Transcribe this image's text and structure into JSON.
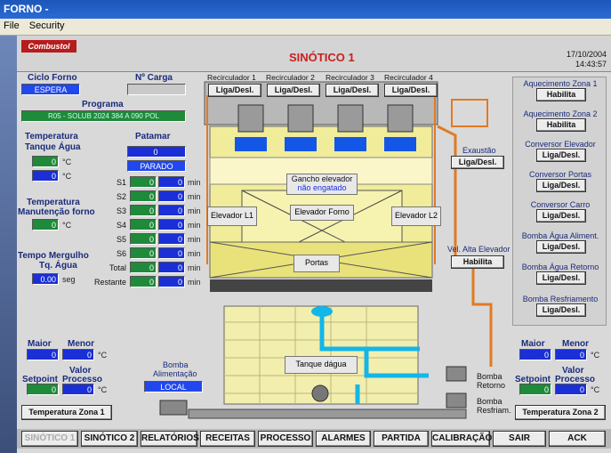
{
  "window": {
    "title": "FORNO -"
  },
  "menu": [
    "File",
    "Security"
  ],
  "header": {
    "logo": "Combustol",
    "title": "SINÓTICO 1",
    "date": "17/10/2004",
    "time": "14:43:57"
  },
  "left": {
    "ciclo_label": "Ciclo Forno",
    "ciclo_value": "ESPERA",
    "carga_label": "Nº Carga",
    "carga_value": "",
    "programa_label": "Programa",
    "programa_value": "R05 - SOLUB 2024 384 A 090 POL",
    "temp_label": "Temperatura",
    "tanque_label": "Tanque Água",
    "temp1": "0",
    "temp2": "0",
    "unit_c": "°C",
    "patamar_label": "Patamar",
    "patamar_value": "0",
    "status": "PARADO",
    "temp_manut_label1": "Temperatura",
    "temp_manut_label2": "Manutenção forno",
    "temp_manut_value": "0",
    "schedule": [
      {
        "label": "S1",
        "a": "0",
        "b": "0",
        "unit": "min"
      },
      {
        "label": "S2",
        "a": "0",
        "b": "0",
        "unit": "min"
      },
      {
        "label": "S3",
        "a": "0",
        "b": "0",
        "unit": "min"
      },
      {
        "label": "S4",
        "a": "0",
        "b": "0",
        "unit": "min"
      },
      {
        "label": "S5",
        "a": "0",
        "b": "0",
        "unit": "min"
      },
      {
        "label": "S6",
        "a": "0",
        "b": "0",
        "unit": "min"
      },
      {
        "label": "Total",
        "a": "0",
        "b": "0",
        "unit": "min"
      },
      {
        "label": "Restante",
        "a": "0",
        "b": "0",
        "unit": "min"
      }
    ],
    "mergulho_label1": "Tempo Mergulho",
    "mergulho_label2": "Tq. Água",
    "mergulho_value": "0.00",
    "mergulho_unit": "seg",
    "maior_label": "Maior",
    "menor_label": "Menor",
    "maior_value": "0",
    "menor_value": "0",
    "setpoint_label": "Setpoint",
    "valor_label": "Valor",
    "processo_label": "Processo",
    "setpoint_value": "0",
    "processo_value": "0",
    "zona1_button": "Temperatura Zona 1"
  },
  "center": {
    "recirc": [
      {
        "label": "Recirculador 1",
        "button": "Liga/Desl."
      },
      {
        "label": "Recirculador 2",
        "button": "Liga/Desl."
      },
      {
        "label": "Recirculador 3",
        "button": "Liga/Desl."
      },
      {
        "label": "Recirculador 4",
        "button": "Liga/Desl."
      }
    ],
    "gancho_label": "Gancho elevador",
    "gancho_status": "não engatado",
    "elevador_l1": "Elevador L1",
    "elevador_forno": "Elevador Forno",
    "elevador_l2": "Elevador L2",
    "portas": "Portas",
    "tanque": "Tanque dágua",
    "exaustao_label": "Exaustão",
    "exaustao_button": "Liga/Desl.",
    "vel_label": "Vel. Alta Elevador",
    "vel_button": "Habilita",
    "bomba_alim_label1": "Bomba",
    "bomba_alim_label2": "Alimentação",
    "bomba_alim_value": "LOCAL",
    "bomba_retorno": "Bomba Retorno",
    "bomba_resfriam": "Bomba Resfriam."
  },
  "right": {
    "items": [
      {
        "label": "Aquecimento Zona 1",
        "button": "Habilita"
      },
      {
        "label": "Aquecimento Zona 2",
        "button": "Habilita"
      },
      {
        "label": "Conversor Elevador",
        "button": "Liga/Desl."
      },
      {
        "label": "Conversor Portas",
        "button": "Liga/Desl."
      },
      {
        "label": "Conversor Carro",
        "button": "Liga/Desl."
      },
      {
        "label": "Bomba Água Aliment.",
        "button": "Liga/Desl."
      },
      {
        "label": "Bomba Água Retorno",
        "button": "Liga/Desl."
      },
      {
        "label": "Bomba Resfriamento",
        "button": "Liga/Desl."
      }
    ],
    "maior_label": "Maior",
    "menor_label": "Menor",
    "maior_value": "0",
    "menor_value": "0",
    "setpoint_label": "Setpoint",
    "valor_label": "Valor",
    "processo_label": "Processo",
    "setpoint_value": "0",
    "processo_value": "0",
    "unit_c": "°C",
    "zona2_button": "Temperatura Zona 2"
  },
  "nav": [
    "SINÓTICO 1",
    "SINÓTICO 2",
    "RELATÓRIOS",
    "RECEITAS",
    "PROCESSO",
    "ALARMES",
    "PARTIDA",
    "CALIBRAÇÃO",
    "SAIR",
    "ACK"
  ]
}
